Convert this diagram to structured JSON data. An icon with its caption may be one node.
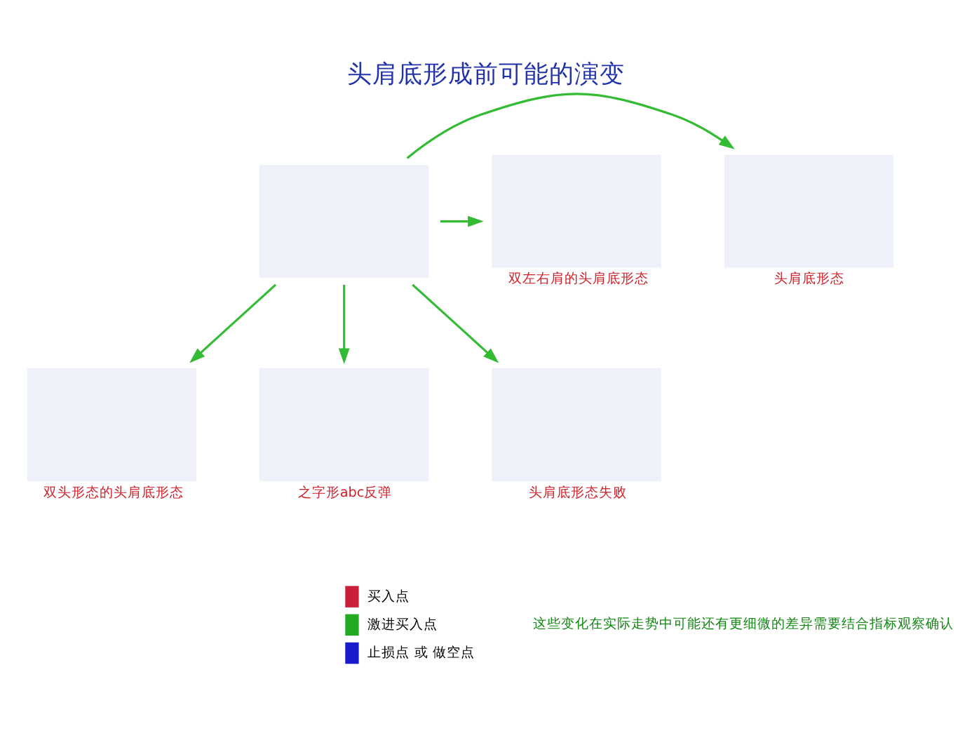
{
  "diagram": {
    "title": "头肩底形成前可能的演变",
    "nodes": [
      {
        "text": [],
        "shape": "box",
        "beside": [
          "头肩底形态"
        ]
      },
      {
        "text": [],
        "shape": "box"
      },
      {
        "text": [],
        "shape": "box",
        "beside": [
          "双左右肩的头肩底形态"
        ]
      },
      {
        "text": [],
        "shape": "box",
        "beside": [
          "双头形态的头肩底形态"
        ]
      },
      {
        "text": [],
        "shape": "box",
        "beside": [
          "之字形abc反弹"
        ]
      },
      {
        "text": [],
        "shape": "box",
        "beside": [
          "头肩底形态失败"
        ]
      }
    ],
    "edges": [
      {
        "from": 1,
        "to": 0,
        "arrow": "to"
      },
      {
        "from": 1,
        "to": 2,
        "arrow": "to"
      },
      {
        "from": 1,
        "to": 3,
        "arrow": "to"
      },
      {
        "from": 1,
        "to": 4,
        "arrow": "to"
      },
      {
        "from": 1,
        "to": 5,
        "arrow": "to"
      }
    ],
    "labels": [
      "这些变化在实际走势中可能还有更细微的差异需要结合指标观察确认"
    ],
    "legend": [
      {
        "text": "买入点",
        "color": "#c8203c"
      },
      {
        "text": "激进买入点",
        "color": "#22aa22"
      },
      {
        "text": "止损点 或 做空点",
        "color": "#1a1acc"
      }
    ]
  }
}
